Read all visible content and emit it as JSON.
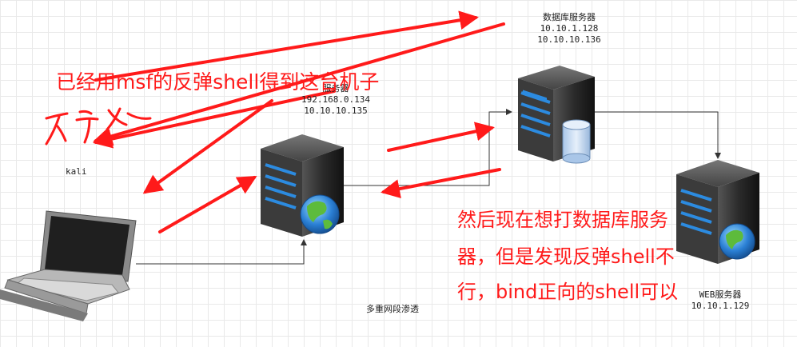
{
  "nodes": {
    "db_server": {
      "title": "数据库服务器",
      "ip1": "10.10.1.128",
      "ip2": "10.10.10.136"
    },
    "pivot_server": {
      "title": "服务器",
      "ip1": "192.168.0.134",
      "ip2": "10.10.10.135"
    },
    "web_server": {
      "title": "WEB服务器",
      "ip1": "10.10.1.129"
    },
    "kali": {
      "title": "kali"
    }
  },
  "caption": "多重网段渗透",
  "annotations": {
    "note_top": "已经用msf的反弹shell得到这台机子",
    "handwriting": "不行",
    "note_right_line1": "然后现在想打数据库服务",
    "note_right_line2": "器，但是发现反弹shell不",
    "note_right_line3": "行，bind正向的shell可以"
  },
  "colors": {
    "annotation": "#ff1a1a",
    "connector": "#333333",
    "server_body": "#2a2a2a",
    "server_light": "#2c8be0"
  }
}
